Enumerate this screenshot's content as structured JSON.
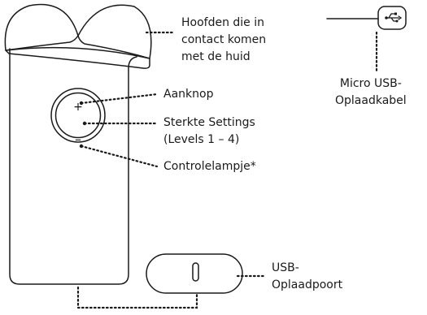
{
  "labels": {
    "heads": [
      "Hoofden die in",
      "contact komen",
      "met de huid"
    ],
    "usb_cable": [
      "Micro USB-",
      "Oplaadkabel"
    ],
    "power_button": "Aanknop",
    "strength": [
      "Sterkte Settings",
      "(Levels 1 – 4)"
    ],
    "indicator": "Controlelampje*",
    "usb_port": [
      "USB-",
      "Oplaadpoort"
    ]
  },
  "button_symbols": {
    "plus": "+",
    "minus": "–"
  },
  "icons": [
    "usb-symbol-icon",
    "usb-c-port-icon"
  ],
  "colors": {
    "stroke": "#1a1a1a",
    "background": "#ffffff"
  }
}
